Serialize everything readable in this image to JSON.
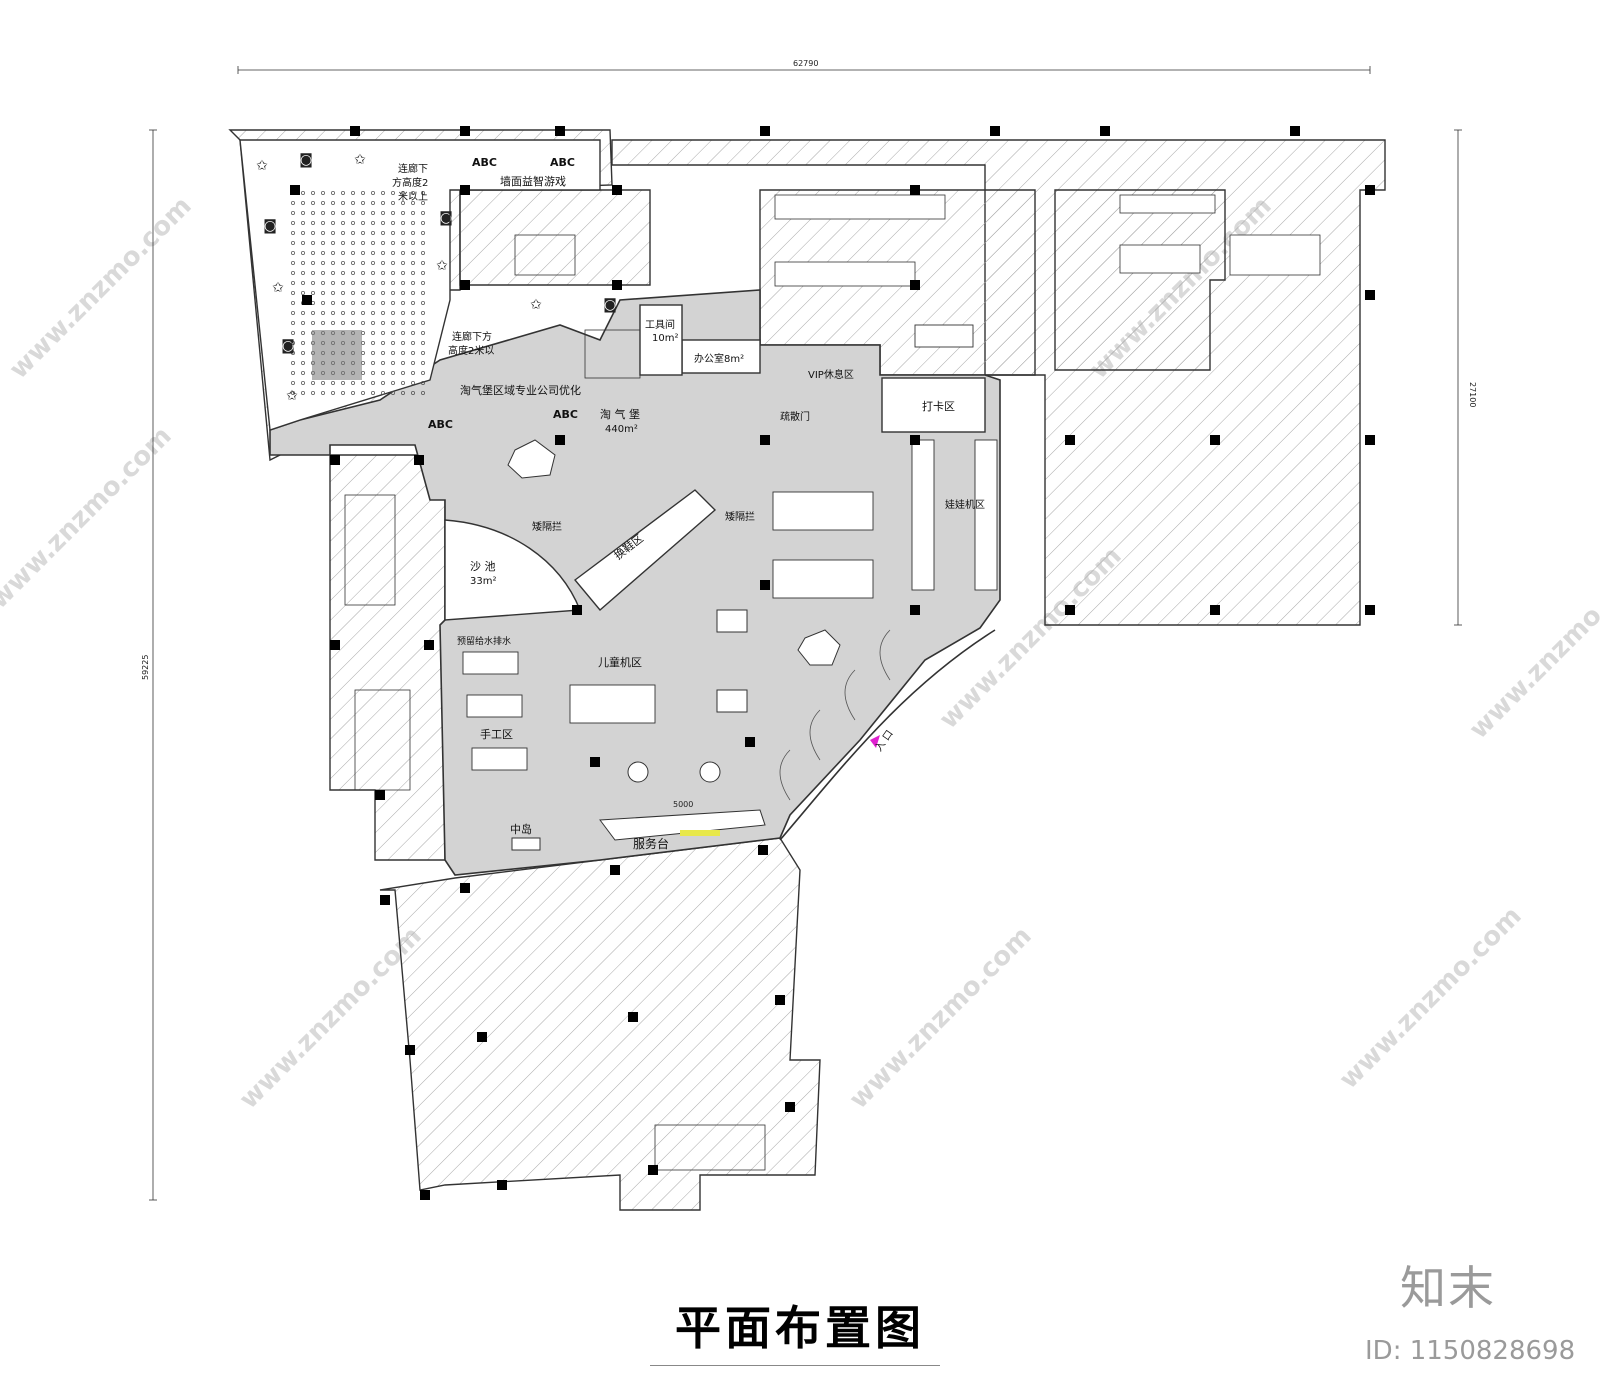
{
  "title": "平面布置图",
  "brand": {
    "logo_text": "知末",
    "id_text": "ID: 1150828698"
  },
  "watermark": "www.znzmo.com",
  "dimensions": {
    "top": "62790",
    "right": "27100",
    "left": "59225",
    "counter": "5000"
  },
  "labels": {
    "wall_game": "墙面益智游戏",
    "corridor_top_1": "连廊下",
    "corridor_top_2": "方高度2",
    "corridor_top_3": "米以上",
    "corridor_bottom_1": "连廊下方",
    "corridor_bottom_2": "高度2米以",
    "tool_room": "工具间",
    "tool_room_area": "10m²",
    "office": "办公室8m²",
    "vip_lounge": "VIP休息区",
    "checkin": "打卡区",
    "specialist_note": "淘气堡区域专业公司优化",
    "playground": "淘 气 堡",
    "playground_area": "440m²",
    "evacuation_door": "疏散门",
    "low_rail_left": "矮隔拦",
    "low_rail_mid": "矮隔拦",
    "shoe_change": "换鞋区",
    "claw_machine": "娃娃机区",
    "sandpit": "沙 池",
    "sandpit_area": "33m²",
    "drainage": "预留给水排水",
    "kids_machines": "儿童机区",
    "crafts": "手工区",
    "island": "中岛",
    "service_desk": "服务台",
    "entrance": "入 口",
    "abc": "ABC"
  },
  "colors": {
    "floor_grey": "#d3d3d3",
    "wall": "#333333",
    "column": "#000000",
    "hatch": "#9c9c9c",
    "entrance_marker": "#e020d0"
  },
  "icons": [
    "star-icon",
    "seat-icon",
    "column-icon",
    "table-icon",
    "chair-icon",
    "stair-icon"
  ]
}
